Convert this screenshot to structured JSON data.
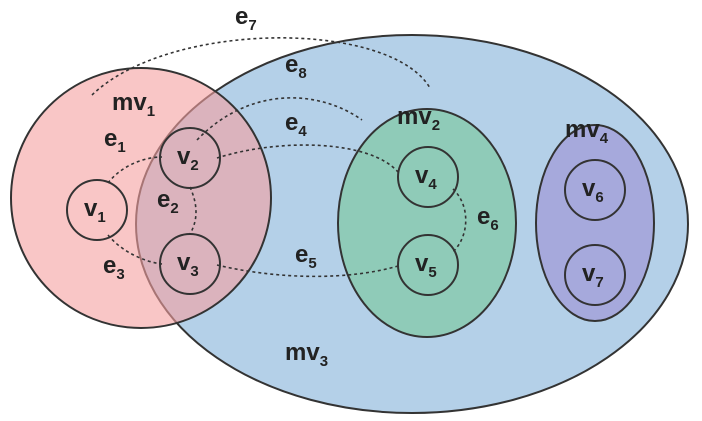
{
  "metavertices": [
    {
      "id": "mv1",
      "base": "mv",
      "sub": "1",
      "fill": "#f7b6b6"
    },
    {
      "id": "mv2",
      "base": "mv",
      "sub": "2",
      "fill": "#8fcbb8"
    },
    {
      "id": "mv3",
      "base": "mv",
      "sub": "3",
      "fill": "#b4d0e8"
    },
    {
      "id": "mv4",
      "base": "mv",
      "sub": "4",
      "fill": "#a6a9dc"
    }
  ],
  "vertices": [
    {
      "id": "v1",
      "base": "v",
      "sub": "1"
    },
    {
      "id": "v2",
      "base": "v",
      "sub": "2"
    },
    {
      "id": "v3",
      "base": "v",
      "sub": "3"
    },
    {
      "id": "v4",
      "base": "v",
      "sub": "4"
    },
    {
      "id": "v5",
      "base": "v",
      "sub": "5"
    },
    {
      "id": "v6",
      "base": "v",
      "sub": "6"
    },
    {
      "id": "v7",
      "base": "v",
      "sub": "7"
    }
  ],
  "edges": [
    {
      "id": "e1",
      "base": "e",
      "sub": "1"
    },
    {
      "id": "e2",
      "base": "e",
      "sub": "2"
    },
    {
      "id": "e3",
      "base": "e",
      "sub": "3"
    },
    {
      "id": "e4",
      "base": "e",
      "sub": "4"
    },
    {
      "id": "e5",
      "base": "e",
      "sub": "5"
    },
    {
      "id": "e6",
      "base": "e",
      "sub": "6"
    },
    {
      "id": "e7",
      "base": "e",
      "sub": "7"
    },
    {
      "id": "e8",
      "base": "e",
      "sub": "8"
    }
  ],
  "colors": {
    "stroke": "#333333",
    "vertex_fill": "none"
  }
}
